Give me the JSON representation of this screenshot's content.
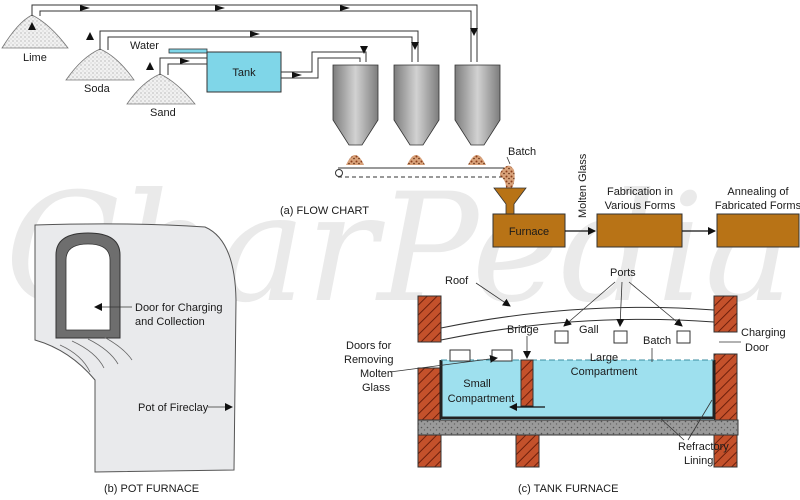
{
  "watermark": "CharPedia",
  "flow_chart": {
    "piles": [
      "Lime",
      "Soda",
      "Sand"
    ],
    "water": "Water",
    "tank": "Tank",
    "batch": "Batch",
    "molten_glass": "Molten Glass",
    "furnace": "Furnace",
    "fabrication": [
      "Fabrication in",
      "Various Forms"
    ],
    "annealing": [
      "Annealing of",
      "Fabricated Forms"
    ],
    "caption": "(a) FLOW CHART"
  },
  "pot_furnace": {
    "door_label": [
      "Door for Charging",
      "and Collection"
    ],
    "pot_label": "Pot of Fireclay",
    "caption": "(b) POT FURNACE"
  },
  "tank_furnace": {
    "roof": "Roof",
    "ports": "Ports",
    "gall": "Gall",
    "bridge": "Bridge",
    "batch": "Batch",
    "large": [
      "Large",
      "Compartment"
    ],
    "small": [
      "Small",
      "Compartment"
    ],
    "doors": [
      "Doors for",
      "Removing",
      "Molten",
      "Glass"
    ],
    "charging": [
      "Charging",
      "Door"
    ],
    "refractory": [
      "Refractory",
      "Lining"
    ],
    "caption": "(c) TANK FURNACE"
  },
  "colors": {
    "box": "#b87316",
    "tank": "#7fd6e8",
    "glass": "#9ee0ee",
    "hopper": "#a9a9a9",
    "brick": "#b5401f",
    "pot": "#e9eaec"
  }
}
